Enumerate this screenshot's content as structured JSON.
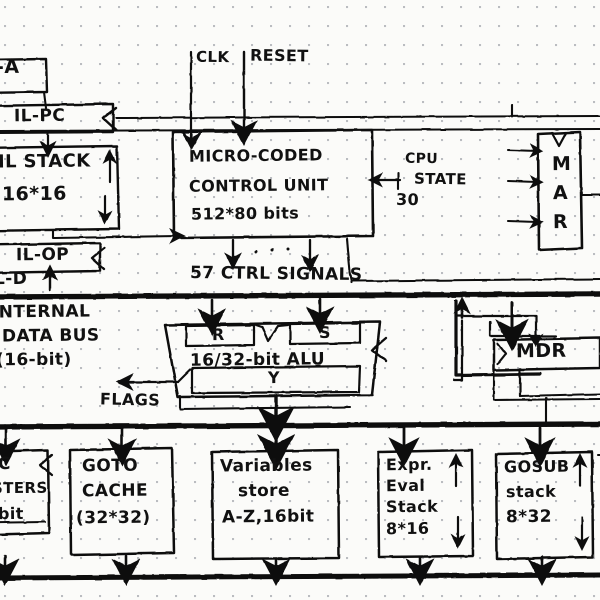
{
  "diagram": {
    "title": "Hand-drawn micro-coded CPU block diagram on dotted grid paper",
    "medium": "black ink on dotted grid paper",
    "signals": {
      "clk": "CLK",
      "reset": "RESET",
      "ctrl_signals": "57 CTRL SIGNALS",
      "flags": "FLAGS",
      "cpu_state_line1": "CPU",
      "cpu_state_line2": "STATE",
      "cpu_state_line3": "30"
    },
    "blocks": {
      "call_a": {
        "label": "-A",
        "note": "clipped at left edge"
      },
      "il_pc": {
        "label": "IL-PC"
      },
      "il_stack": {
        "line1": "IL STACK",
        "line2": "16*16",
        "arrow_up": "↑",
        "arrow_down": "↓"
      },
      "il_op": {
        "label": "IL-OP"
      },
      "il_d": {
        "label": "L-D",
        "arrow_up": "↑",
        "note": "clipped at left edge"
      },
      "control_unit": {
        "line1": "MICRO-CODED",
        "line2": "CONTROL UNIT",
        "line3": "512*80 bits"
      },
      "mar": {
        "letters": [
          "M",
          "A",
          "R"
        ]
      },
      "mdr": {
        "label": "MDR"
      },
      "internal_bus": {
        "line1": "INTERNAL",
        "line2": "DATA BUS",
        "line3": "(16-bit)"
      },
      "alu": {
        "reg_r": "R",
        "reg_s": "S",
        "body": "16/32-bit ALU",
        "out": "Y"
      },
      "registers": {
        "line1": "C",
        "line2": "STERS",
        "line3": "bit",
        "note": "clipped at left edge"
      },
      "goto_cache": {
        "line1": "GOTO",
        "line2": "CACHE",
        "line3": "(32*32)"
      },
      "variables_store": {
        "line1": "Variables",
        "line2": "store",
        "line3": "A-Z,16bit"
      },
      "expr_eval_stack": {
        "line1": "Expr.",
        "line2": "Eval",
        "line3": "Stack",
        "line4": "8*16",
        "arrow_up": "↑",
        "arrow_down": "↓"
      },
      "gosub_stack": {
        "line1": "GOSUB",
        "line2": "stack",
        "line3": "8*32",
        "arrow_up": "↑",
        "arrow_down": "↓"
      }
    },
    "colors": {
      "ink": "#111111",
      "paper": "#fbfbf9",
      "grid_dot": "#b9bcc0"
    }
  }
}
